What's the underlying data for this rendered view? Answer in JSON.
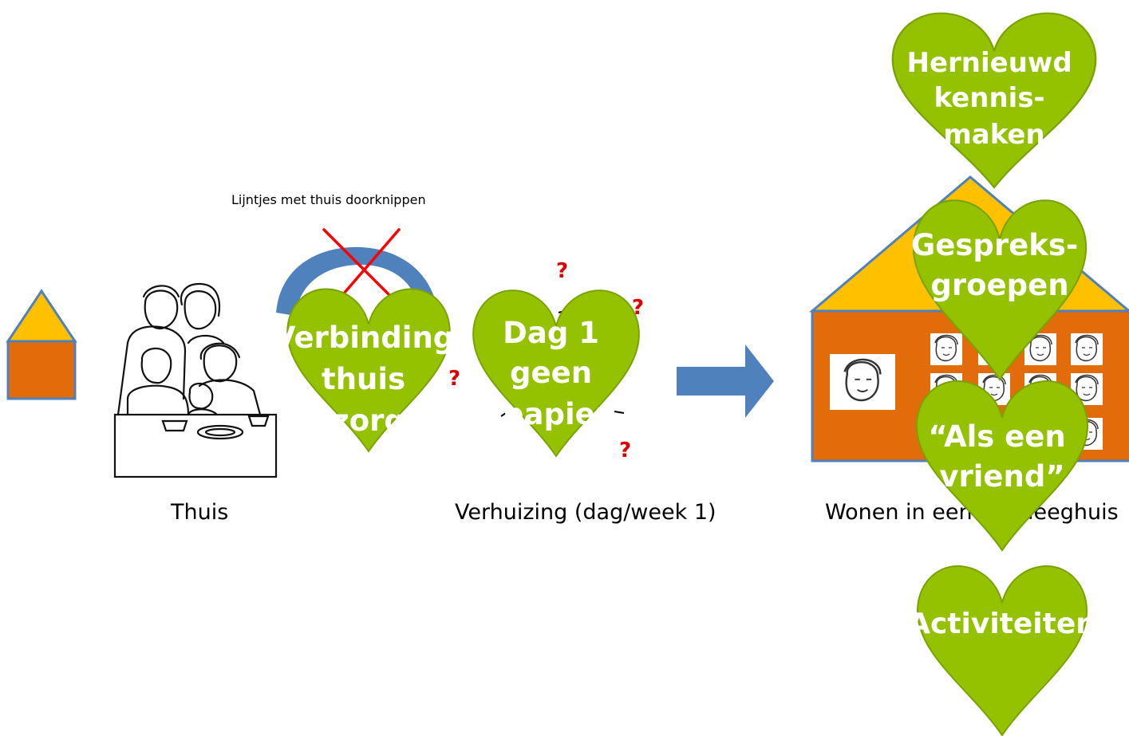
{
  "labels": {
    "cut_lines": "Lijntjes met thuis doorknippen",
    "thuis": "Thuis",
    "verhuizing": "Verhuizing (dag/week 1)",
    "wonen": "Wonen in een verpleeghuis"
  },
  "hearts": {
    "verbinding": [
      "Verbinding",
      "thuis",
      "(zorg)"
    ],
    "dag1": [
      "Dag 1",
      "geen",
      "papier"
    ],
    "kennismaken": [
      "Hernieuwd",
      "kennis-",
      "maken"
    ],
    "gespreks": [
      "Gespreks-",
      "groepen"
    ],
    "vriend": [
      "“Als een",
      "vriend”"
    ],
    "activiteiten": [
      "Activiteiten"
    ]
  },
  "question_mark": "?",
  "colors": {
    "heart_green": "#94c100",
    "heart_outline": "#7aa200",
    "roof_yellow": "#ffc000",
    "wall_orange": "#e36c0a",
    "arrow_blue": "#4f81bd",
    "cross_red": "#ff0000",
    "qmark_red": "#e00000"
  }
}
